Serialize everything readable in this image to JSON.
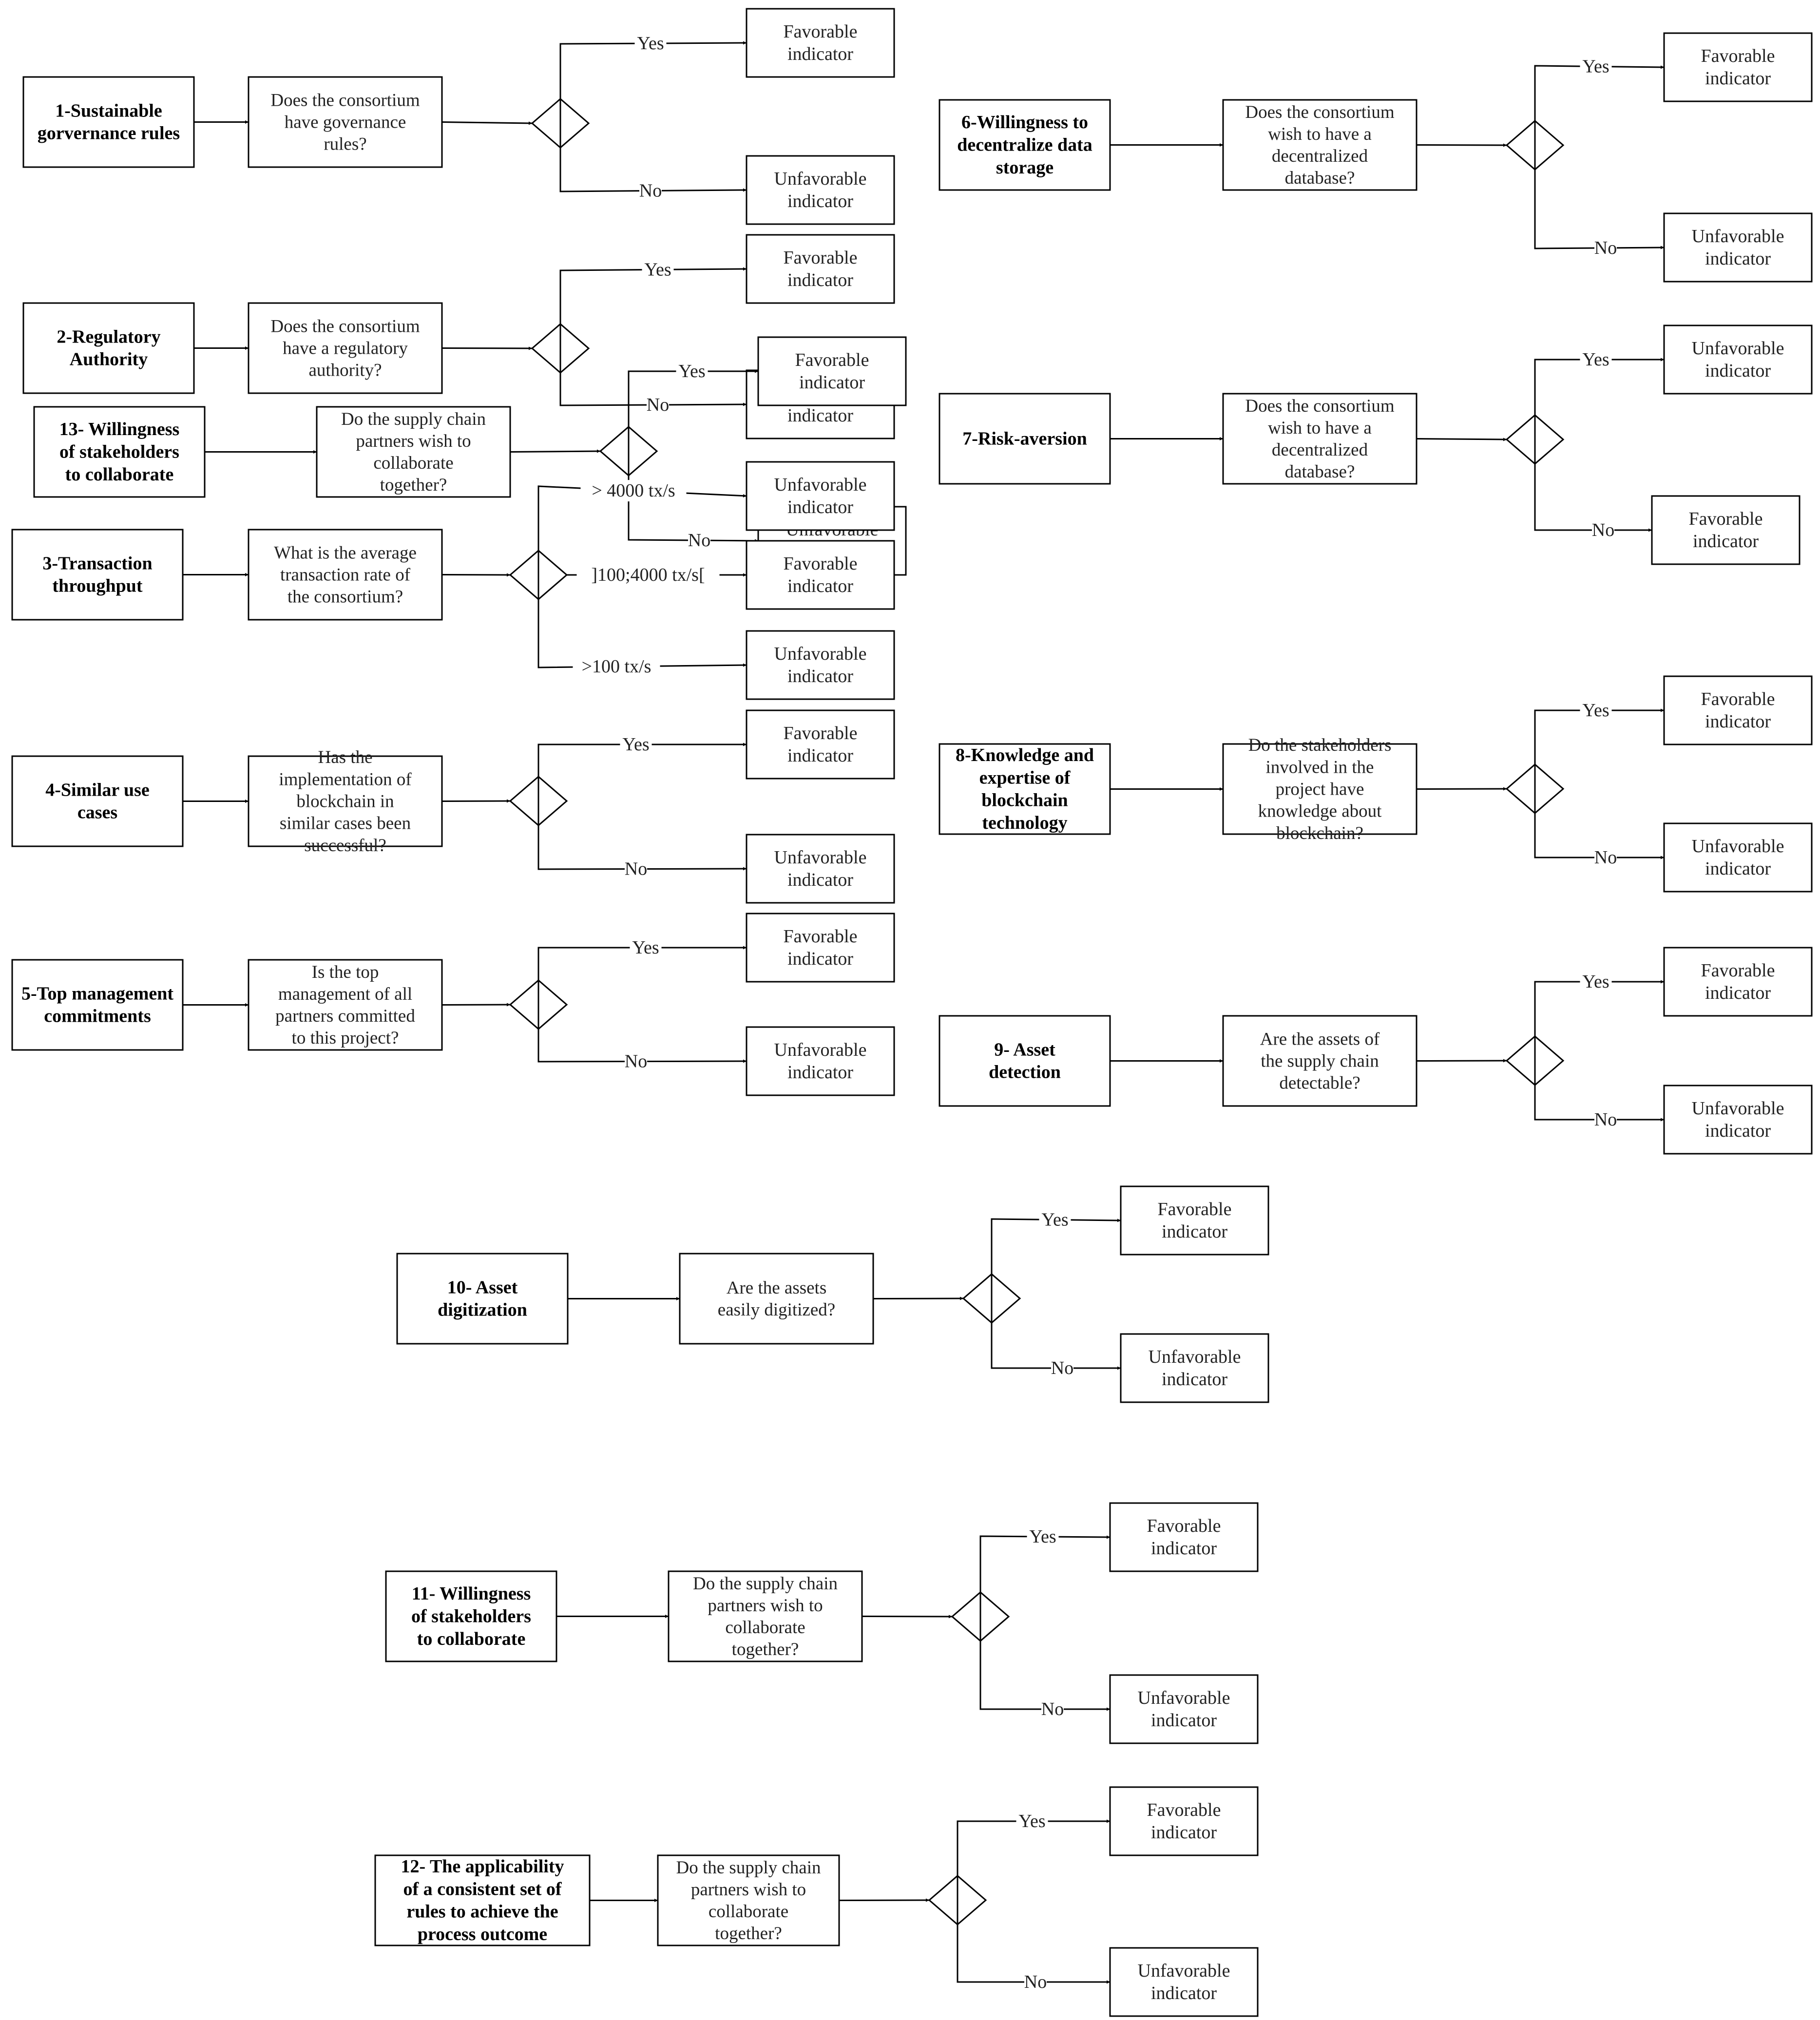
{
  "flows": [
    {
      "id": "f1",
      "criterion": "1-Sustainable gorvernance rules",
      "question": "Does the consortium have governance rules?",
      "outcomes": [
        {
          "label": "Yes",
          "result": "Favorable indicator"
        },
        {
          "label": "No",
          "result": "Unfavorable indicator"
        }
      ]
    },
    {
      "id": "f2",
      "criterion": "2-Regulatory Authority",
      "question": "Does the consortium have a regulatory authority?",
      "outcomes": [
        {
          "label": "Yes",
          "result": "Favorable indicator"
        },
        {
          "label": "No",
          "result": "Unfavorable indicator"
        }
      ]
    },
    {
      "id": "f13",
      "criterion": "13- Willingness of stakeholders to collaborate",
      "question": "Do the supply chain partners wish to collaborate together?",
      "outcomes": [
        {
          "label": "Yes",
          "result": "Favorable indicator"
        },
        {
          "label": "No",
          "result": "Unfavorable indicator"
        }
      ]
    },
    {
      "id": "f3",
      "criterion": "3-Transaction throughput",
      "question": "What is the average transaction rate of the consortium?",
      "outcomes": [
        {
          "label": "> 4000 tx/s",
          "result": "Unfavorable indicator"
        },
        {
          "label": "]100;4000 tx/s[",
          "result": "Favorable indicator"
        },
        {
          "label": ">100 tx/s",
          "result": "Unfavorable indicator"
        }
      ]
    },
    {
      "id": "f4",
      "criterion": "4-Similar use cases",
      "question": "Has the implementation of blockchain in similar cases been successful?",
      "outcomes": [
        {
          "label": "Yes",
          "result": "Favorable indicator"
        },
        {
          "label": "No",
          "result": "Unfavorable indicator"
        }
      ]
    },
    {
      "id": "f5",
      "criterion": "5-Top management commitments",
      "question": "Is the top management of all partners committed to this project?",
      "outcomes": [
        {
          "label": "Yes",
          "result": "Favorable indicator"
        },
        {
          "label": "No",
          "result": "Unfavorable indicator"
        }
      ]
    },
    {
      "id": "f6",
      "criterion": "6-Willingness to decentralize data storage",
      "question": "Does the consortium wish to have a decentralized database?",
      "outcomes": [
        {
          "label": "Yes",
          "result": "Favorable indicator"
        },
        {
          "label": "No",
          "result": "Unfavorable indicator"
        }
      ]
    },
    {
      "id": "f7",
      "criterion": "7-Risk-aversion",
      "question": "Does the consortium wish to have a decentralized database?",
      "outcomes": [
        {
          "label": "Yes",
          "result": "Unfavorable indicator"
        },
        {
          "label": "No",
          "result": "Favorable indicator"
        }
      ]
    },
    {
      "id": "f8",
      "criterion": "8-Knowledge and expertise of blockchain technology",
      "question": "Do the stakeholders involved in the project have knowledge about blockchain?",
      "outcomes": [
        {
          "label": "Yes",
          "result": "Favorable indicator"
        },
        {
          "label": "No",
          "result": "Unfavorable indicator"
        }
      ]
    },
    {
      "id": "f9",
      "criterion": "9- Asset detection",
      "question": "Are the assets of the supply chain detectable?",
      "outcomes": [
        {
          "label": "Yes",
          "result": "Favorable indicator"
        },
        {
          "label": "No",
          "result": "Unfavorable indicator"
        }
      ]
    },
    {
      "id": "f10",
      "criterion": "10- Asset digitization",
      "question": "Are the assets easily digitized?",
      "outcomes": [
        {
          "label": "Yes",
          "result": "Favorable indicator"
        },
        {
          "label": "No",
          "result": "Unfavorable indicator"
        }
      ]
    },
    {
      "id": "f11",
      "criterion": "11- Willingness of stakeholders to collaborate",
      "question": "Do the supply chain partners wish to collaborate together?",
      "outcomes": [
        {
          "label": "Yes",
          "result": "Favorable indicator"
        },
        {
          "label": "No",
          "result": "Unfavorable indicator"
        }
      ]
    },
    {
      "id": "f12",
      "criterion": "12- The applicability of a consistent set of rules to achieve the process outcome",
      "question": "Do the supply chain partners wish to collaborate together?",
      "outcomes": [
        {
          "label": "Yes",
          "result": "Favorable indicator"
        },
        {
          "label": "No",
          "result": "Unfavorable indicator"
        }
      ]
    }
  ]
}
